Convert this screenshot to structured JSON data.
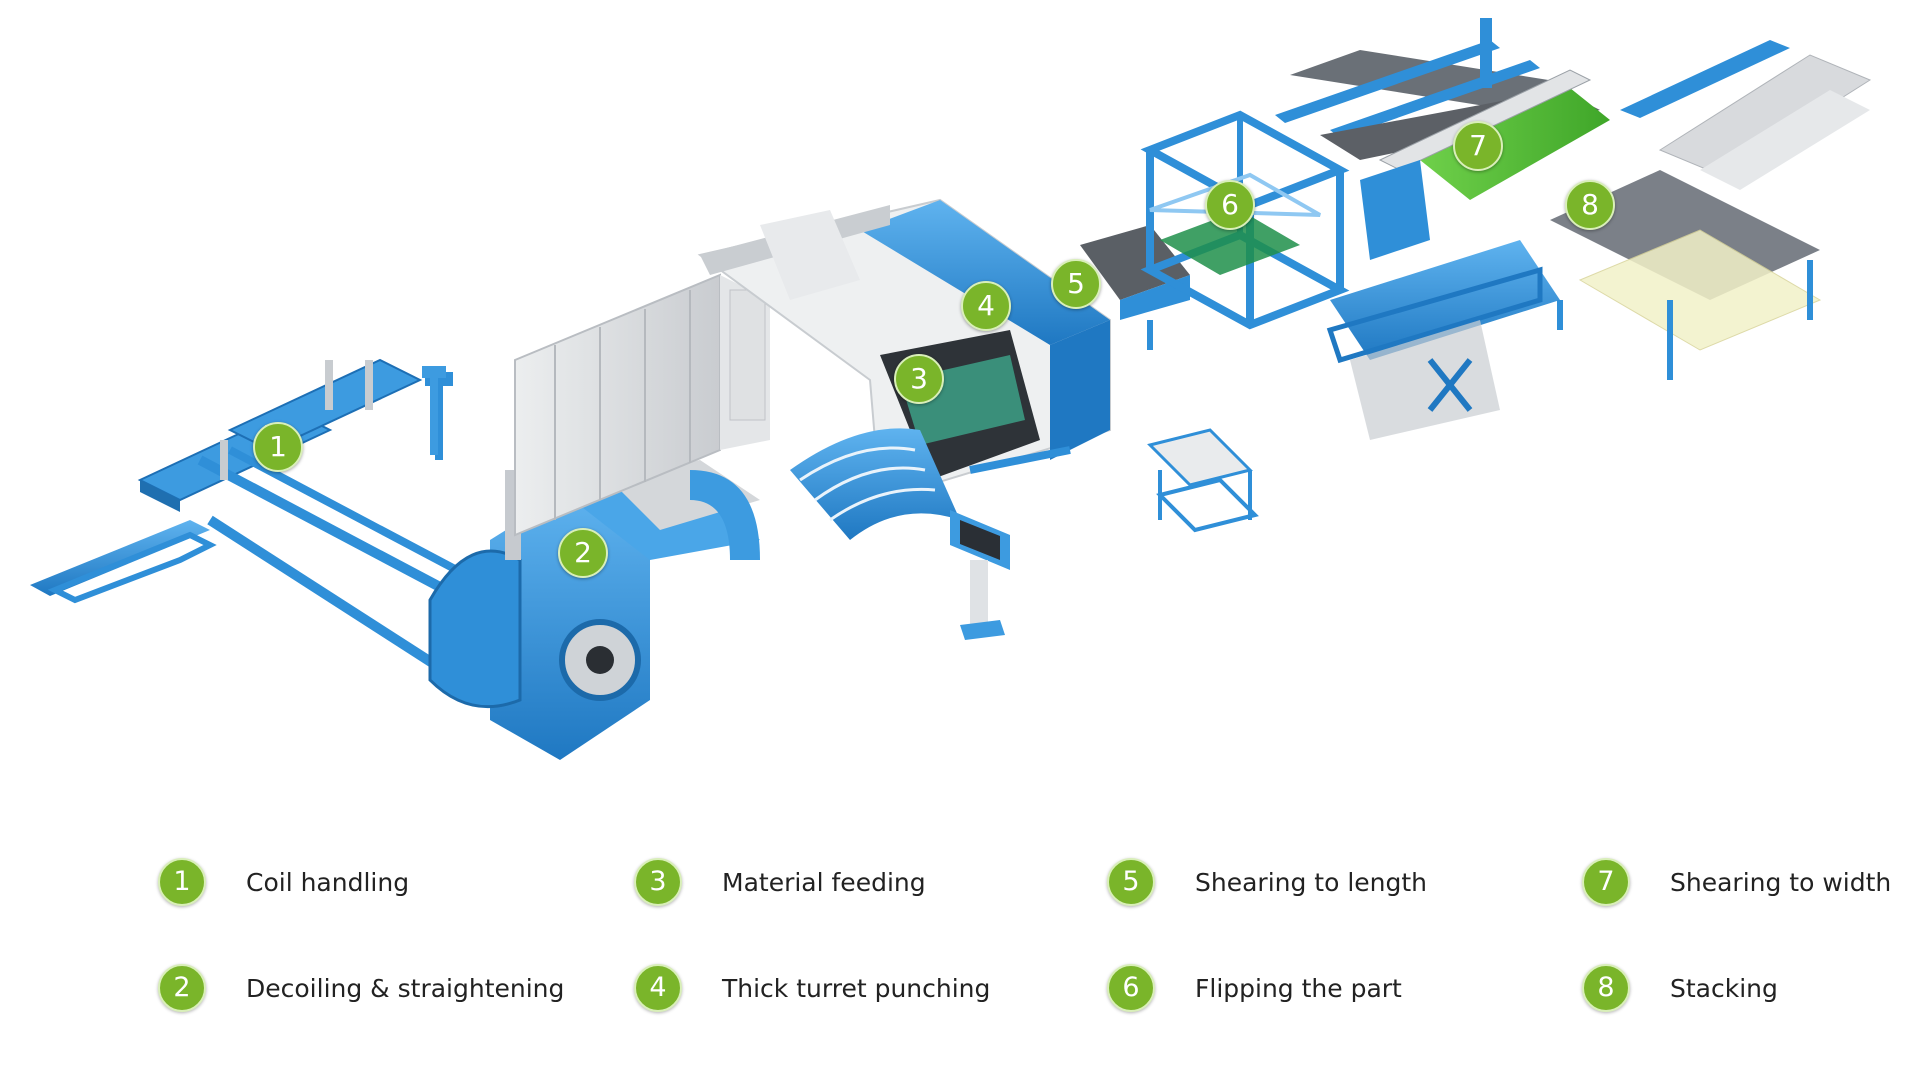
{
  "markers": [
    {
      "number": "1"
    },
    {
      "number": "2"
    },
    {
      "number": "3"
    },
    {
      "number": "4"
    },
    {
      "number": "5"
    },
    {
      "number": "6"
    },
    {
      "number": "7"
    },
    {
      "number": "8"
    }
  ],
  "legend": [
    {
      "number": "1",
      "label": "Coil handling"
    },
    {
      "number": "2",
      "label": "Decoiling & straightening"
    },
    {
      "number": "3",
      "label": "Material feeding"
    },
    {
      "number": "4",
      "label": "Thick turret punching"
    },
    {
      "number": "5",
      "label": "Shearing to length"
    },
    {
      "number": "6",
      "label": "Flipping the part"
    },
    {
      "number": "7",
      "label": "Shearing to width"
    },
    {
      "number": "8",
      "label": "Stacking"
    }
  ],
  "colors": {
    "machine_blue": "#2f8fd8",
    "machine_grey": "#d7d9dc",
    "conveyor_green": "#5cc23a",
    "marker_green": "#7ab52a"
  }
}
